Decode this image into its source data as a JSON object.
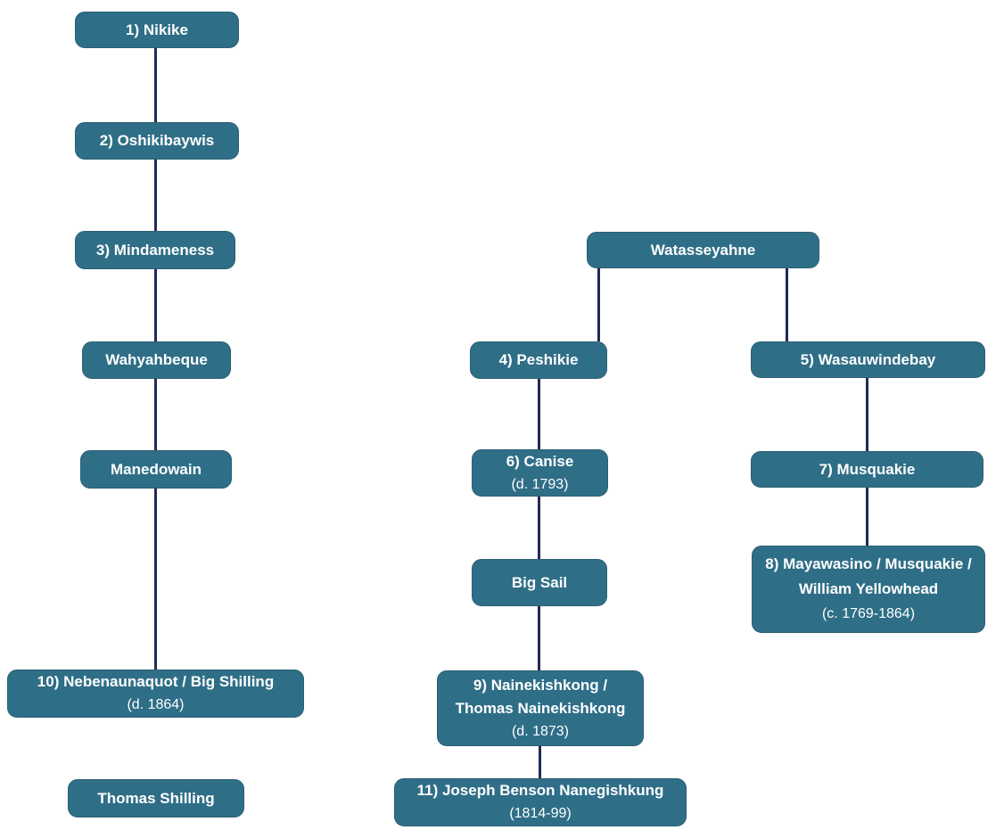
{
  "diagram": {
    "type": "family-tree",
    "colors": {
      "background": "#ffffff",
      "node_fill": "#2f6e87",
      "node_border": "#2b5f75",
      "node_text": "#ffffff",
      "connector": "#232b52"
    },
    "nodes": {
      "nikike": {
        "label": "1) Nikike"
      },
      "oshikibaywis": {
        "label": "2) Oshikibaywis"
      },
      "mindameness": {
        "label": "3) Mindameness"
      },
      "wahyahbeque": {
        "label": "Wahyahbeque"
      },
      "manedowain": {
        "label": "Manedowain"
      },
      "nebenaunaquot": {
        "label": "10) Nebenaunaquot / Big Shilling",
        "sublabel": "(d. 1864)"
      },
      "thomas_shilling": {
        "label": "Thomas Shilling"
      },
      "watasseyahne": {
        "label": "Watasseyahne"
      },
      "peshikie": {
        "label": "4) Peshikie"
      },
      "canise": {
        "label": "6) Canise",
        "sublabel": "(d. 1793)"
      },
      "big_sail": {
        "label": "Big Sail"
      },
      "nainekishkong": {
        "label": "9) Nainekishkong /",
        "label2": "Thomas Nainekishkong",
        "sublabel": "(d. 1873)"
      },
      "joseph_benson": {
        "label": "11) Joseph Benson Nanegishkung",
        "sublabel": "(1814-99)"
      },
      "wasauwindebay": {
        "label": "5) Wasauwindebay"
      },
      "musquakie": {
        "label": "7) Musquakie"
      },
      "mayawasino": {
        "label": "8) Mayawasino / Musquakie /",
        "label2": "William Yellowhead",
        "sublabel": "(c. 1769-1864)"
      }
    },
    "edges": [
      "nikike-oshikibaywis",
      "oshikibaywis-mindameness",
      "mindameness-wahyahbeque",
      "wahyahbeque-manedowain",
      "manedowain-nebenaunaquot",
      "watasseyahne-peshikie",
      "watasseyahne-wasauwindebay",
      "peshikie-canise",
      "canise-big_sail",
      "big_sail-nainekishkong",
      "nainekishkong-joseph_benson",
      "wasauwindebay-musquakie",
      "musquakie-mayawasino"
    ]
  }
}
